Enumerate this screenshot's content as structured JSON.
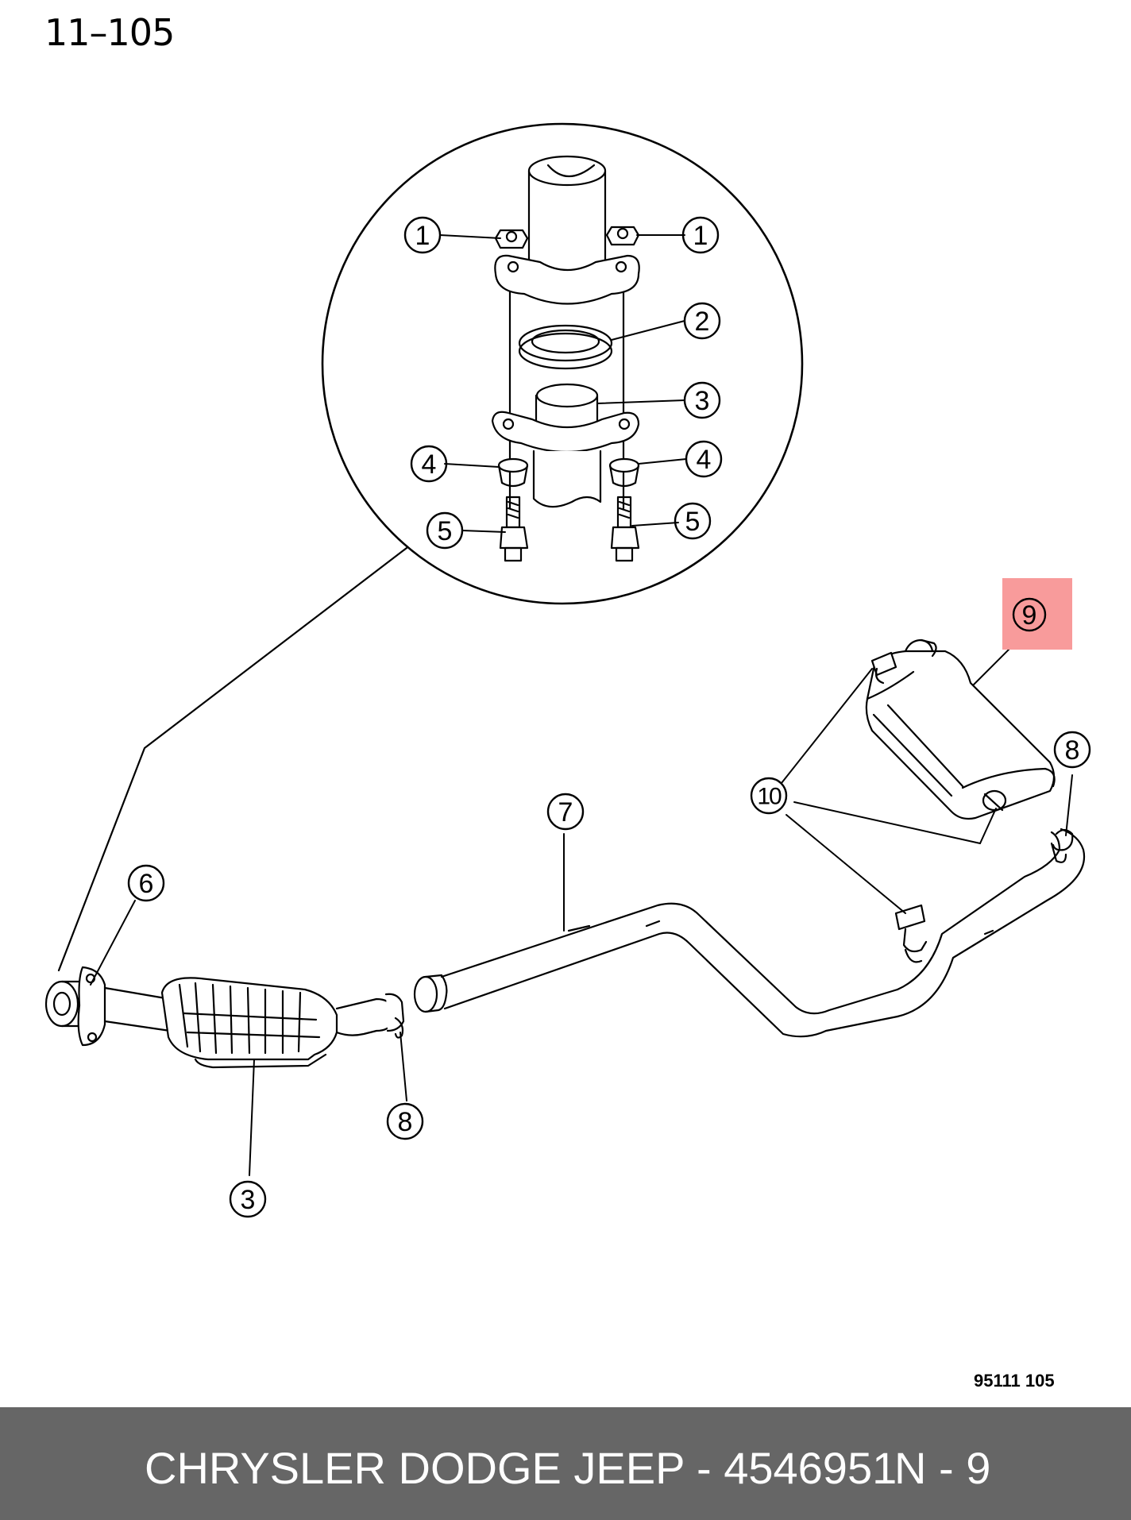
{
  "page_ref": "11–105",
  "figure_code": "95111  105",
  "footer": {
    "text": "CHRYSLER DODGE JEEP - 4546951",
    "code": "N - 9"
  },
  "callouts": {
    "c1a": "1",
    "c1b": "1",
    "c2": "2",
    "c3a": "3",
    "c4a": "4",
    "c4b": "4",
    "c5a": "5",
    "c5b": "5",
    "c6": "6",
    "c7": "7",
    "c8a": "8",
    "c8b": "8",
    "c9": "9",
    "c10": "10",
    "c3b": "3"
  },
  "colors": {
    "highlight": "#f89b9b",
    "footer_bg": "#666666",
    "ink": "#000000"
  }
}
